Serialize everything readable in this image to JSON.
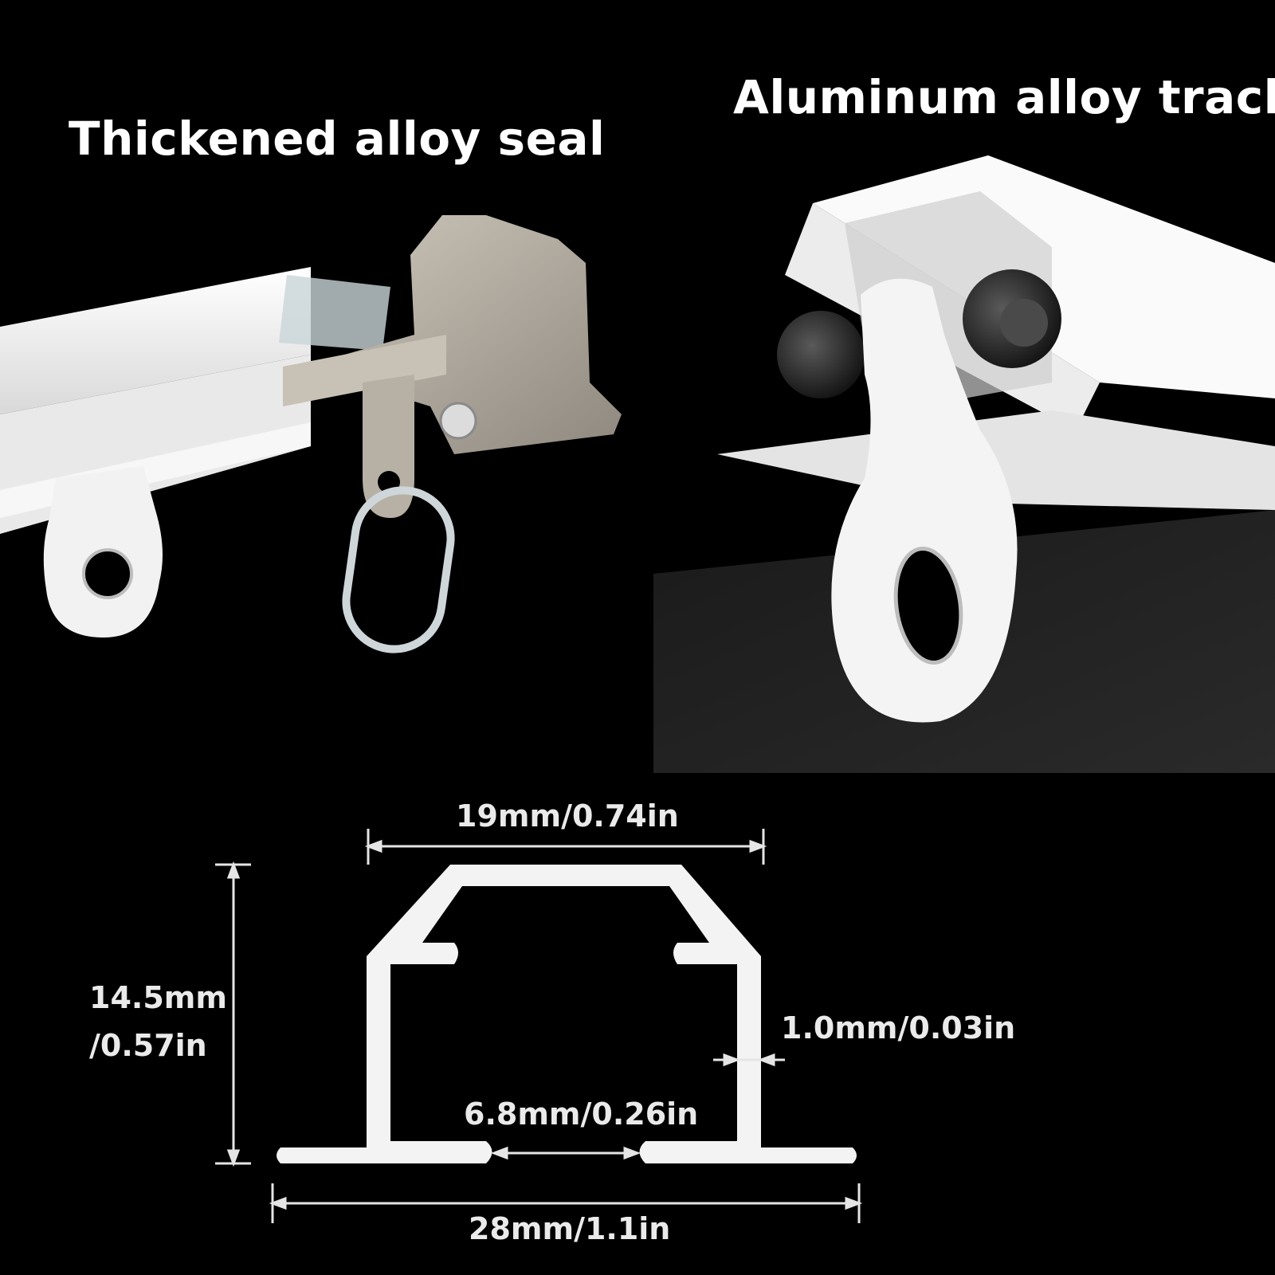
{
  "headings": {
    "left": "Thickened alloy seal",
    "right": "Aluminum alloy track"
  },
  "dimensions": {
    "top_width": "19mm/0.74in",
    "height_line1": "14.5mm",
    "height_line2": "/0.57in",
    "wall_thickness": "1.0mm/0.03in",
    "slot_width": "6.8mm/0.26in",
    "base_width": "28mm/1.1in"
  },
  "colors": {
    "background": "#000000",
    "track_white": "#f4f4f4",
    "alloy_seal": "#b5aea4",
    "roller_black": "#1b1b1b"
  }
}
